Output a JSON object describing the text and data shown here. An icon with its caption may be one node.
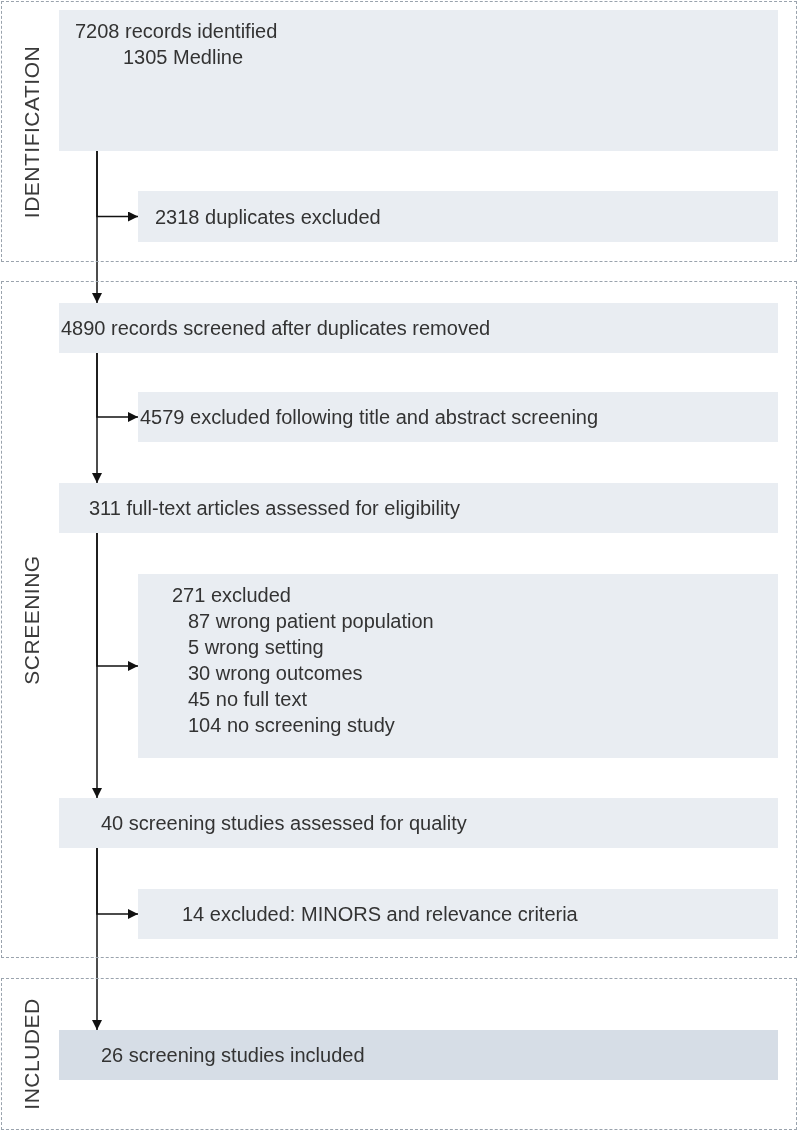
{
  "diagram": {
    "nodes": [
      {
        "text": [
          "IDENTIFICATION"
        ]
      },
      {
        "text": [
          "7208 records identified",
          "1305 Medline"
        ],
        "in": 0
      },
      {
        "text": [
          "2318 duplicates excluded"
        ],
        "in": 0
      },
      {
        "text": [
          "SCREENING"
        ]
      },
      {
        "text": [
          "4890 records screened after duplicates removed"
        ],
        "in": 3
      },
      {
        "text": [
          "4579 excluded following title and abstract screening"
        ],
        "in": 3
      },
      {
        "text": [
          "311 full-text articles assessed for eligibility"
        ],
        "in": 3
      },
      {
        "text": [
          "271 excluded",
          "87 wrong patient population",
          "5 wrong setting",
          "30 wrong outcomes",
          "45 no full text",
          "104 no screening study"
        ],
        "in": 3
      },
      {
        "text": [
          "40 screening studies assessed for quality"
        ],
        "in": 3
      },
      {
        "text": [
          "14 excluded: MINORS and relevance criteria"
        ],
        "in": 3
      },
      {
        "text": [
          "INCLUDED"
        ]
      },
      {
        "text": [
          "26 screening studies included"
        ],
        "in": 10
      }
    ],
    "edges": [
      {
        "from": 1,
        "to": 2,
        "arrow": "to"
      },
      {
        "from": 1,
        "to": 4,
        "arrow": "to"
      },
      {
        "from": 4,
        "to": 5,
        "arrow": "to"
      },
      {
        "from": 4,
        "to": 6,
        "arrow": "to"
      },
      {
        "from": 6,
        "to": 7,
        "arrow": "to"
      },
      {
        "from": 6,
        "to": 8,
        "arrow": "to"
      },
      {
        "from": 8,
        "to": 9,
        "arrow": "to"
      },
      {
        "from": 8,
        "to": 11,
        "arrow": "to"
      }
    ]
  }
}
